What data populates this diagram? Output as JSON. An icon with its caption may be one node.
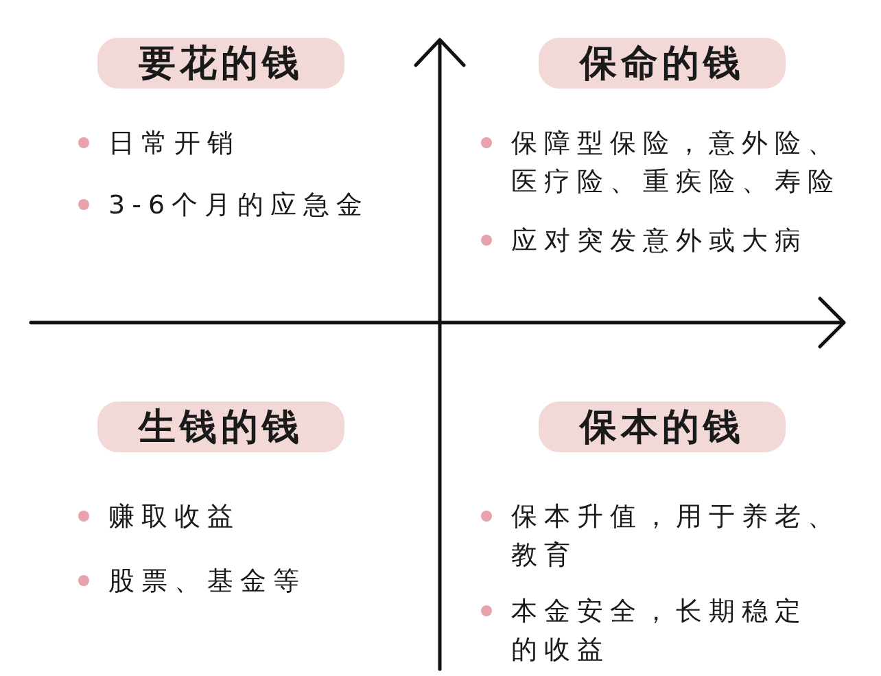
{
  "diagram": {
    "nodes": [
      {
        "text": [
          "要花的钱"
        ]
      },
      {
        "text": [
          "保命的钱"
        ]
      },
      {
        "text": [
          "生钱的钱"
        ]
      },
      {
        "text": [
          "保本的钱"
        ]
      }
    ],
    "labels": [
      "日常开销",
      "3-6个月的应急金",
      "保障型保险，意外险、医疗险、重疾险、寿险",
      "应对突发意外或大病",
      "赚取收益",
      "股票、基金等",
      "保本升值，用于养老、教育",
      "本金安全，长期稳定的收益"
    ]
  }
}
